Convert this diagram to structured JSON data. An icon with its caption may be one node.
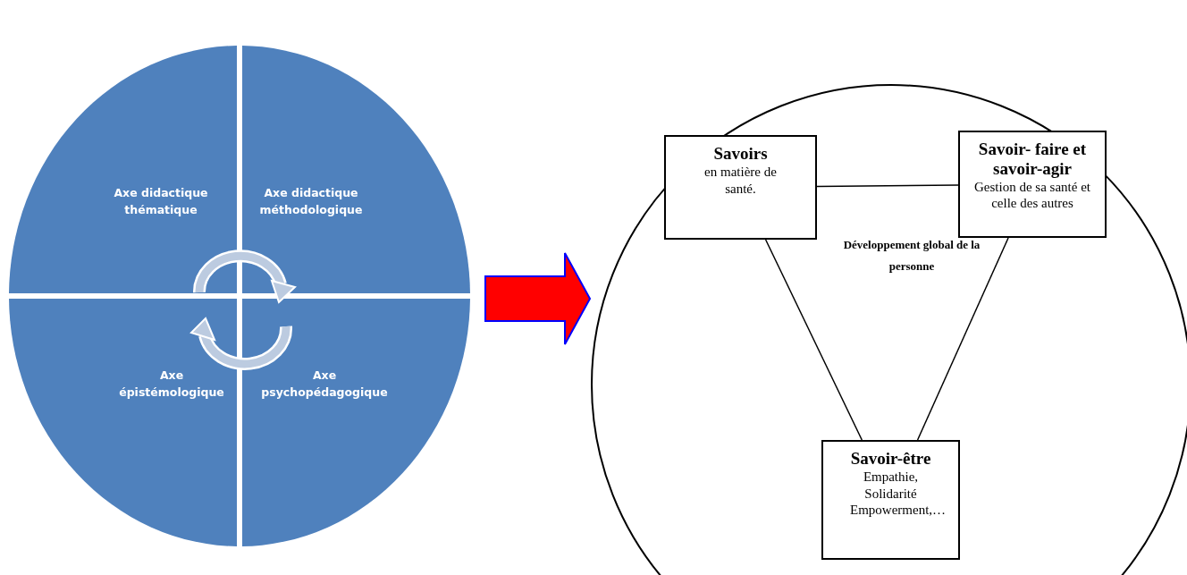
{
  "diagram": {
    "nodes": [
      {
        "text": [
          "Axe didactique thématique"
        ]
      },
      {
        "text": [
          "Axe didactique méthodologique"
        ]
      },
      {
        "text": [
          "Axe épistémologique"
        ]
      },
      {
        "text": [
          "Axe psychopédagogique"
        ]
      },
      {
        "text": [],
        "shape": "circle"
      },
      {
        "text": [
          "Savoirs",
          "en matière de santé."
        ],
        "in": 4
      },
      {
        "text": [
          "Savoir- faire et savoir-agir",
          "Gestion de sa santé et celle des autres"
        ],
        "in": 4
      },
      {
        "text": [
          "Savoir-être",
          "Empathie, Solidarité Empowerment,…"
        ],
        "in": 4
      }
    ],
    "edges": [
      {
        "from": null,
        "to": 4,
        "arrow": "to",
        "style": "thick",
        "color": "#ff0000"
      },
      {
        "from": 5,
        "to": 6,
        "arrow": "none"
      },
      {
        "from": 5,
        "to": 7,
        "arrow": "none"
      },
      {
        "from": 6,
        "to": 7,
        "arrow": "none"
      }
    ],
    "labels": [
      "Développement global de la personne"
    ]
  }
}
